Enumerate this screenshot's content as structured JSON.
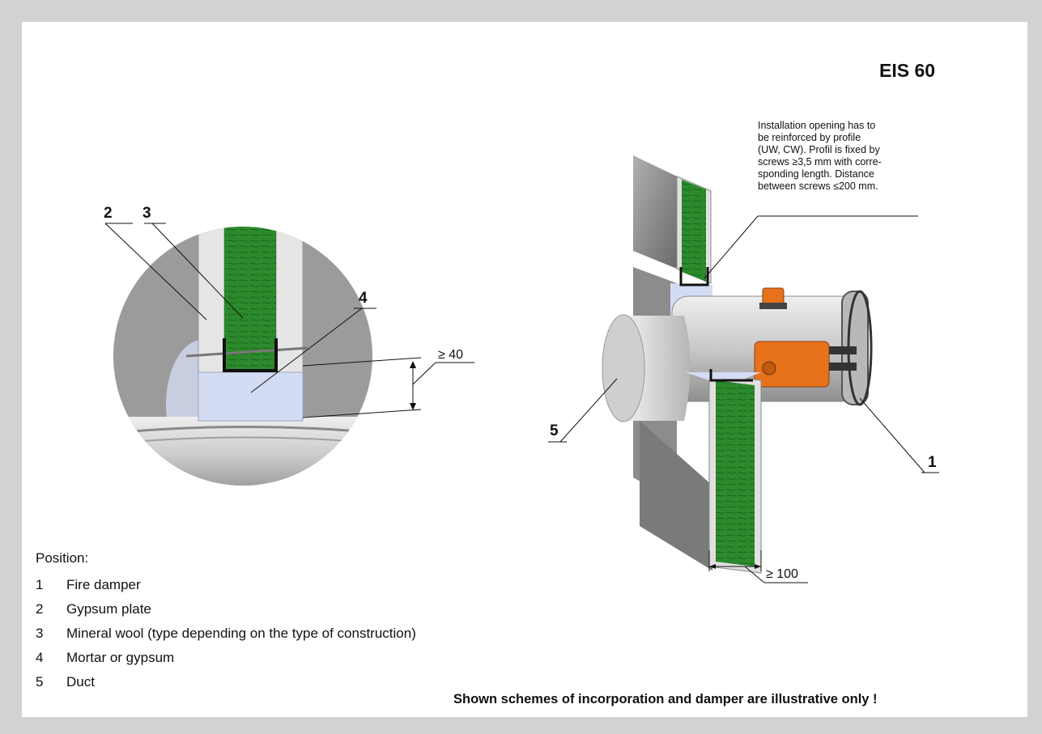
{
  "header": {
    "title": "EIS 60"
  },
  "note": {
    "lines": [
      "Installation opening has to",
      "be reinforced by profile",
      "(UW, CW). Profil is fixed by",
      "screws ≥3,5 mm with corre-",
      "sponding length. Distance",
      "between screws ≤200 mm."
    ]
  },
  "callouts": {
    "c2": "2",
    "c3": "3",
    "c4": "4",
    "c5": "5",
    "c1": "1"
  },
  "dimensions": {
    "gap": "≥ 40",
    "wall": "≥ 100"
  },
  "legend": {
    "title": "Position:",
    "items": [
      {
        "num": "1",
        "label": "Fire damper"
      },
      {
        "num": "2",
        "label": "Gypsum plate"
      },
      {
        "num": "3",
        "label": "Mineral wool (type depending on the type of construction)"
      },
      {
        "num": "4",
        "label": "Mortar or gypsum"
      },
      {
        "num": "5",
        "label": "Duct"
      }
    ]
  },
  "footer": {
    "disclaimer": "Shown schemes of incorporation and damper are illustrative only !"
  },
  "colors": {
    "frame": "#d2d2d2",
    "wool": "#2c8a2c",
    "gypsum": "#e3e3e3",
    "mortar": "#d4dcf4",
    "metal": "#c4c4c4",
    "actuator": "#e8711c"
  }
}
